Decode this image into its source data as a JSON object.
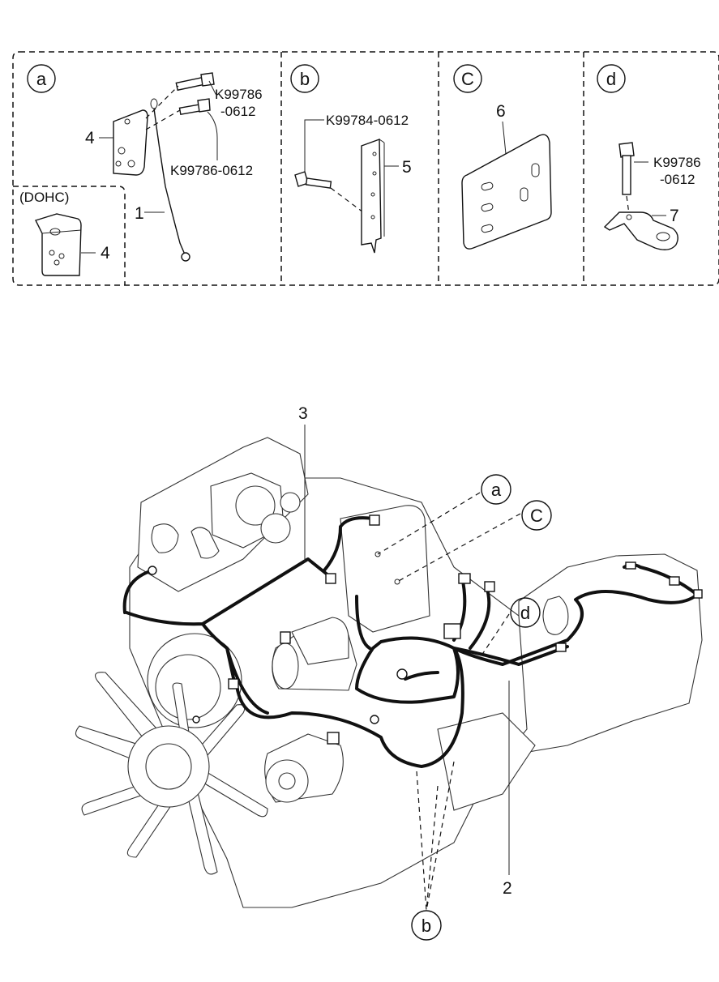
{
  "panels": {
    "a": {
      "letter": "a",
      "bolt_label_top_1": "K99786",
      "bolt_label_top_2": "-0612",
      "bolt_label_mid": "K99786-0612",
      "part_4": "4",
      "part_1": "1"
    },
    "dohc": {
      "title": "(DOHC)",
      "part_4": "4"
    },
    "b": {
      "letter": "b",
      "bolt_label": "K99784-0612",
      "part_5": "5"
    },
    "c": {
      "letter": "C",
      "part_6": "6"
    },
    "d": {
      "letter": "d",
      "bolt_label_1": "K99786",
      "bolt_label_2": "-0612",
      "part_7": "7"
    }
  },
  "main": {
    "part_3": "3",
    "part_2": "2",
    "callout_a": "a",
    "callout_c": "C",
    "callout_d": "d",
    "callout_b": "b"
  }
}
